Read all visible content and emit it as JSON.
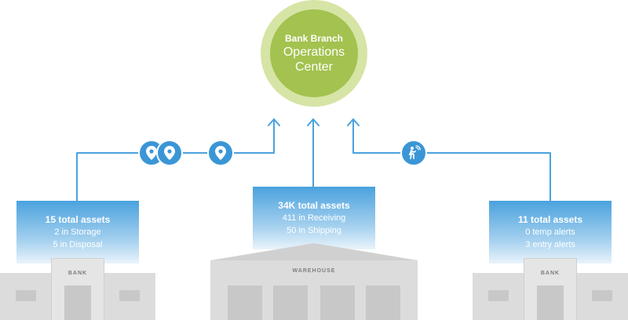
{
  "center": {
    "title": "Bank Branch",
    "line1": "Operations",
    "line2": "Center"
  },
  "panels": {
    "left": {
      "title": "15 total assets",
      "line1": "2 in Storage",
      "line2": "5 in Disposal"
    },
    "middle": {
      "title": "34K total assets",
      "line1": "411 in Receiving",
      "line2": "50 in Shipping"
    },
    "right": {
      "title": "11 total assets",
      "line1": "0 temp alerts",
      "line2": "3 entry alerts"
    }
  },
  "buildings": {
    "left_sign": "BANK",
    "middle_sign": "WAREHOUSE",
    "right_sign": "BANK"
  },
  "icons": [
    "location-pin-icon",
    "location-pin-icon",
    "location-pin-icon",
    "walking-person-sensor-icon"
  ],
  "colors": {
    "hub_outer": "#d6e4a5",
    "hub_inner": "#a3c24f",
    "connector": "#4aa2de",
    "panel_top": "#4aa2de",
    "building": "#dcdcdc"
  }
}
